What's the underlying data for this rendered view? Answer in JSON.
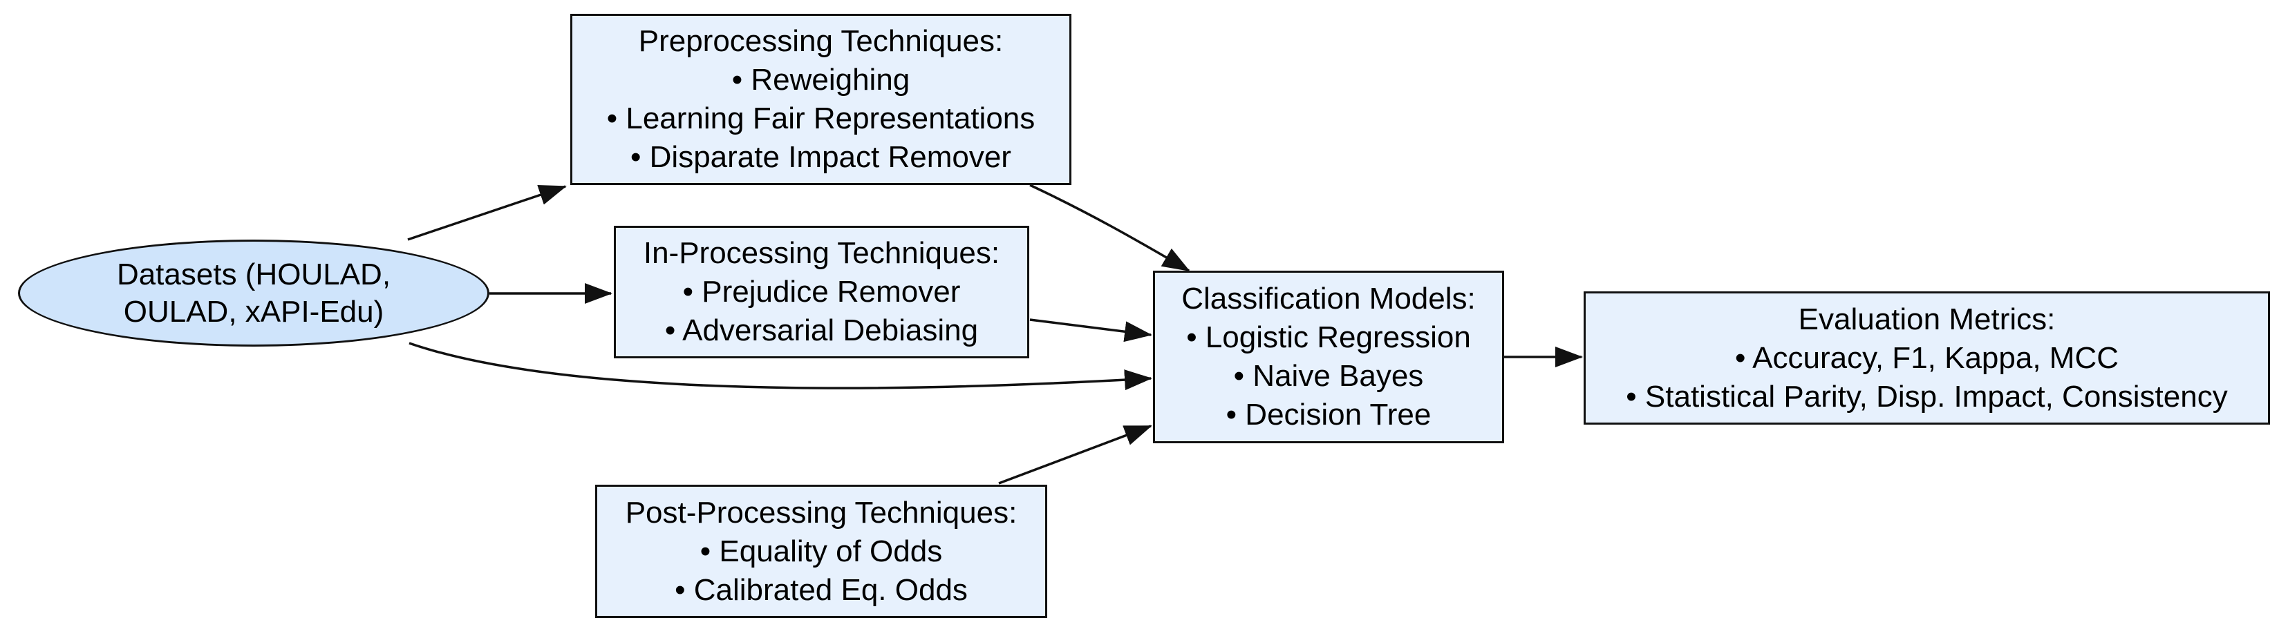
{
  "nodes": {
    "datasets": {
      "lines": [
        "Datasets (HOULAD,",
        "OULAD, xAPI-Edu)"
      ]
    },
    "preprocessing": {
      "title": "Preprocessing Techniques:",
      "items": [
        "• Reweighing",
        "• Learning Fair Representations",
        "• Disparate Impact Remover"
      ]
    },
    "inprocessing": {
      "title": "In-Processing Techniques:",
      "items": [
        "• Prejudice Remover",
        "• Adversarial Debiasing"
      ]
    },
    "postprocessing": {
      "title": "Post-Processing Techniques:",
      "items": [
        "• Equality of Odds",
        "• Calibrated Eq. Odds"
      ]
    },
    "classification": {
      "title": "Classification Models:",
      "items": [
        "• Logistic Regression",
        "• Naive Bayes",
        "• Decision Tree"
      ]
    },
    "evaluation": {
      "title": "Evaluation Metrics:",
      "items": [
        "• Accuracy, F1, Kappa, MCC",
        "• Statistical Parity, Disp. Impact, Consistency"
      ]
    }
  },
  "colors": {
    "node_fill": "#e7f1fd",
    "ellipse_fill": "#cfe4fb",
    "stroke": "#111111"
  }
}
